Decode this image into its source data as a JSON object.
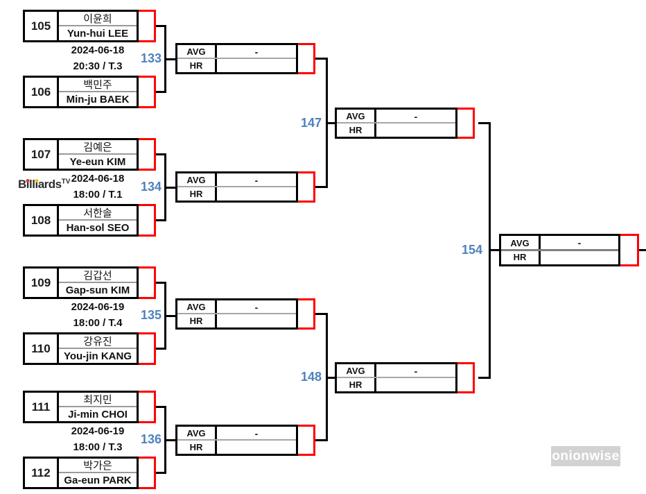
{
  "colors": {
    "line_black": "#000000",
    "score_cell_red": "#ff0000",
    "match_number_blue": "#4f81bd",
    "divider_gray": "#999999",
    "scorebox_midline_gray": "#a6a6a6",
    "final_midline_gray": "#7f7f7f",
    "watermark_bg": "#d2d2d2",
    "watermark_text": "#ffffff"
  },
  "logo": {
    "seg_b": "B",
    "seg_i1": "i",
    "seg_ll": "ll",
    "seg_i2": "i",
    "seg_ards": "ards",
    "sup": "TV"
  },
  "watermark_text": "onionwise",
  "score_labels": {
    "avg": "AVG",
    "hr": "HR",
    "pending_value": "-"
  },
  "round1": [
    {
      "match_no": "133",
      "date": "2024-06-18",
      "time": "20:30 / T.3",
      "top": {
        "seed": "105",
        "name_kr": "이윤희",
        "name_en": "Yun-hui LEE"
      },
      "bottom": {
        "seed": "106",
        "name_kr": "백민주",
        "name_en": "Min-ju BAEK"
      }
    },
    {
      "match_no": "134",
      "date": "2024-06-18",
      "time": "18:00 / T.1",
      "top": {
        "seed": "107",
        "name_kr": "김예은",
        "name_en": "Ye-eun KIM"
      },
      "bottom": {
        "seed": "108",
        "name_kr": "서한솔",
        "name_en": "Han-sol SEO"
      }
    },
    {
      "match_no": "135",
      "date": "2024-06-19",
      "time": "18:00 / T.4",
      "top": {
        "seed": "109",
        "name_kr": "김갑선",
        "name_en": "Gap-sun KIM"
      },
      "bottom": {
        "seed": "110",
        "name_kr": "강유진",
        "name_en": "You-jin KANG"
      }
    },
    {
      "match_no": "136",
      "date": "2024-06-19",
      "time": "18:00 / T.3",
      "top": {
        "seed": "111",
        "name_kr": "최지민",
        "name_en": "Ji-min CHOI"
      },
      "bottom": {
        "seed": "112",
        "name_kr": "박가은",
        "name_en": "Ga-eun PARK"
      }
    }
  ],
  "round2": [
    {
      "match_no": "147"
    },
    {
      "match_no": "148"
    }
  ],
  "final": {
    "match_no": "154"
  }
}
